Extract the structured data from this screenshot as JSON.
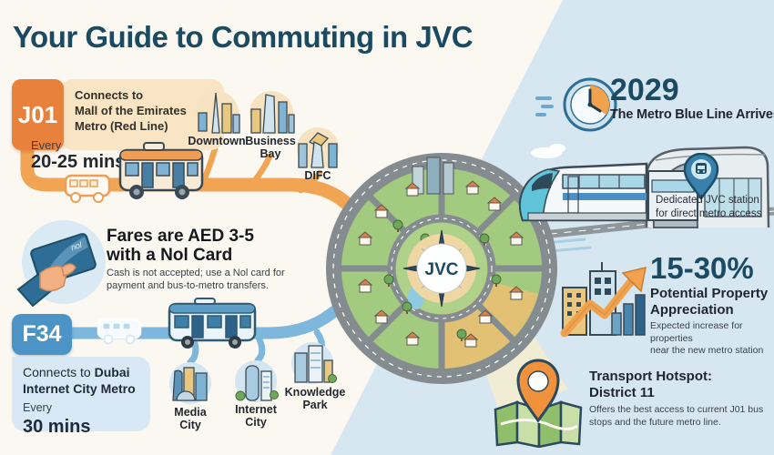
{
  "title": "Your Guide to Commuting in JVC",
  "j01": {
    "badge": "J01",
    "connects": "Connects to\nMall of the Emirates\nMetro (Red Line)",
    "frequency_label": "Every",
    "frequency_value": "20-25 mins",
    "destinations": [
      "Downtown",
      "Business Bay",
      "DIFC"
    ]
  },
  "fares": {
    "heading": "Fares are AED 3-5\nwith a Nol Card",
    "subtext": "Cash is not accepted; use a Nol card for\npayment and bus-to-metro transfers.",
    "card_label": "nol"
  },
  "f34": {
    "badge": "F34",
    "connects_prefix": "Connects to ",
    "connects_bold": "Dubai Internet City Metro",
    "frequency_label": "Every",
    "frequency_value": "30 mins",
    "destinations": [
      "Media City",
      "Internet City",
      "Knowledge Park"
    ]
  },
  "metro": {
    "year": "2029",
    "headline": "The Metro Blue Line Arrives",
    "station_note": "Dedicated JVC station\nfor direct metro access"
  },
  "map": {
    "label": "JVC"
  },
  "property": {
    "value": "15-30%",
    "heading": "Potential Property\nAppreciation",
    "subtext": "Expected increase for properties\nnear the new metro station"
  },
  "hotspot": {
    "heading": "Transport Hotspot:\nDistrict 11",
    "subtext": "Offers the best access to current J01 bus\nstops and the future metro line."
  },
  "colors": {
    "accent_orange": "#E8813C",
    "route_orange": "#F1A452",
    "accent_blue": "#4C94C6",
    "route_blue": "#7DB7DB",
    "navy": "#1B4A63",
    "bg_left": "#FAF8F0",
    "bg_right": "#D7E7F1"
  }
}
